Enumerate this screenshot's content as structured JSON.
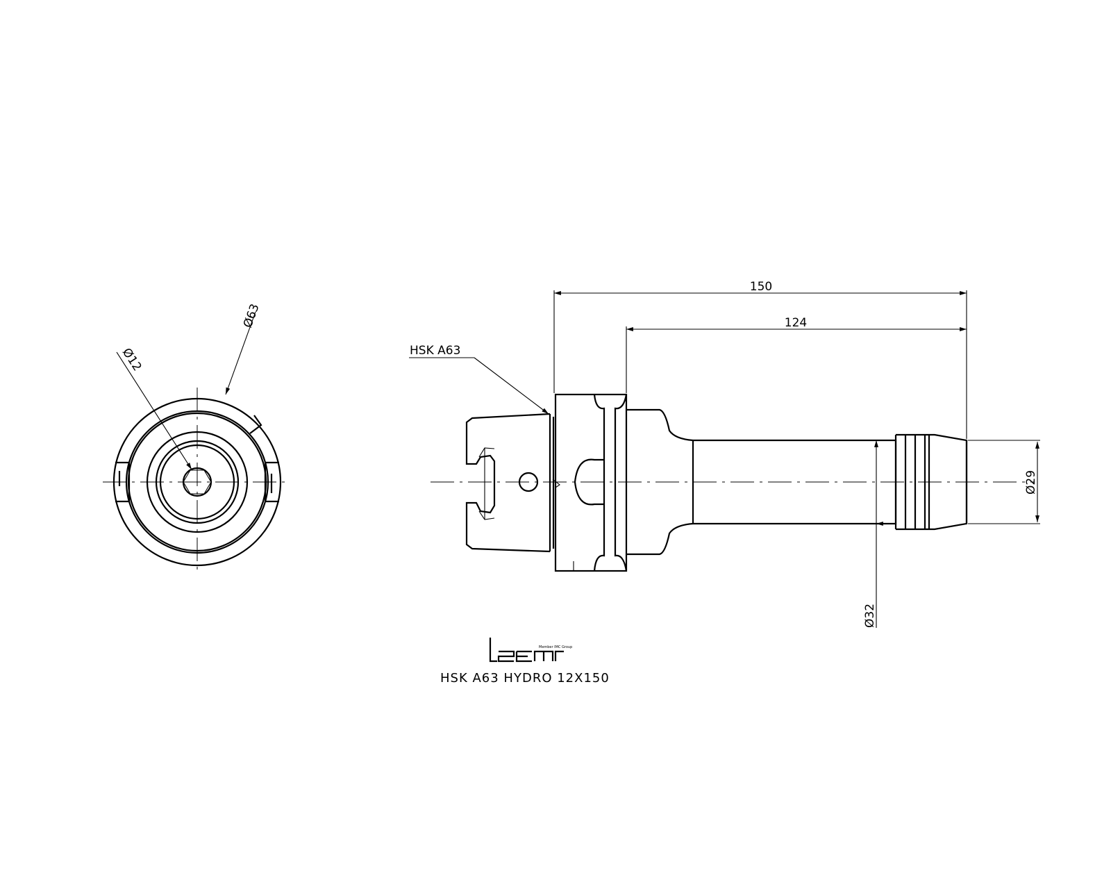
{
  "front_view": {
    "dia_outer": "Ø63",
    "dia_bore": "Ø12"
  },
  "side_view": {
    "callout_taper": "HSK A63",
    "dim_overall_length": "150",
    "dim_body_length": "124",
    "dia_tip": "Ø29",
    "dia_body": "Ø32"
  },
  "title_block": {
    "logo_tagline": "Member IMC Group",
    "part_name": "HSK A63 HYDRO 12X150"
  }
}
